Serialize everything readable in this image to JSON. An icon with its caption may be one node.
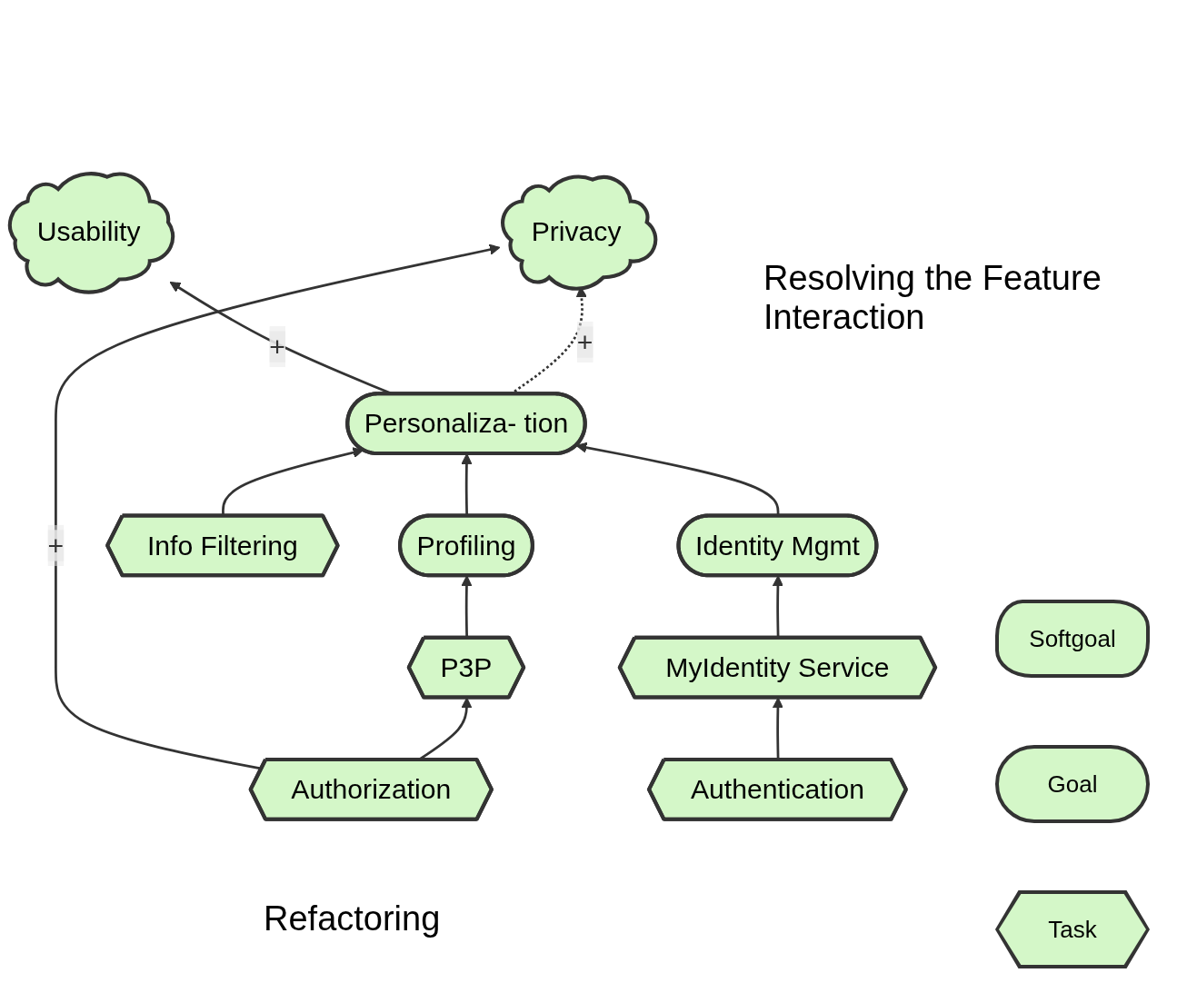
{
  "diagram": {
    "nodes": [
      {
        "text": [
          "Usability"
        ]
      },
      {
        "text": [
          "Privacy"
        ]
      },
      {
        "text": [
          "Personaliza- tion"
        ]
      },
      {
        "text": [
          "Profiling"
        ]
      },
      {
        "text": [
          "Info Filtering"
        ]
      },
      {
        "text": [
          "Identity Mgmt"
        ]
      },
      {
        "text": [
          "P3P"
        ]
      },
      {
        "text": [
          "MyIdentity Service"
        ]
      },
      {
        "text": [
          "Authorization"
        ]
      },
      {
        "text": [
          "Authentication"
        ]
      }
    ],
    "edges": [
      {
        "from": 2,
        "to": 0,
        "arrow": "to",
        "label": "+"
      },
      {
        "from": 2,
        "to": 1,
        "arrow": "to",
        "label": "+",
        "style": "dashed"
      },
      {
        "from": 8,
        "to": 1,
        "arrow": "to",
        "label": "+"
      },
      {
        "from": 3,
        "to": 2,
        "arrow": "to"
      },
      {
        "from": 4,
        "to": 2,
        "arrow": "to"
      },
      {
        "from": 5,
        "to": 2,
        "arrow": "to"
      },
      {
        "from": 6,
        "to": 3,
        "arrow": "to"
      },
      {
        "from": 8,
        "to": 6,
        "arrow": "to"
      },
      {
        "from": 7,
        "to": 5,
        "arrow": "to"
      },
      {
        "from": 9,
        "to": 7,
        "arrow": "to"
      }
    ],
    "labels": [
      "Resolving the Feature Interaction",
      "Refactoring"
    ],
    "legend": [
      {
        "text": "Softgoal"
      },
      {
        "text": "Goal"
      },
      {
        "text": "Task"
      }
    ]
  }
}
